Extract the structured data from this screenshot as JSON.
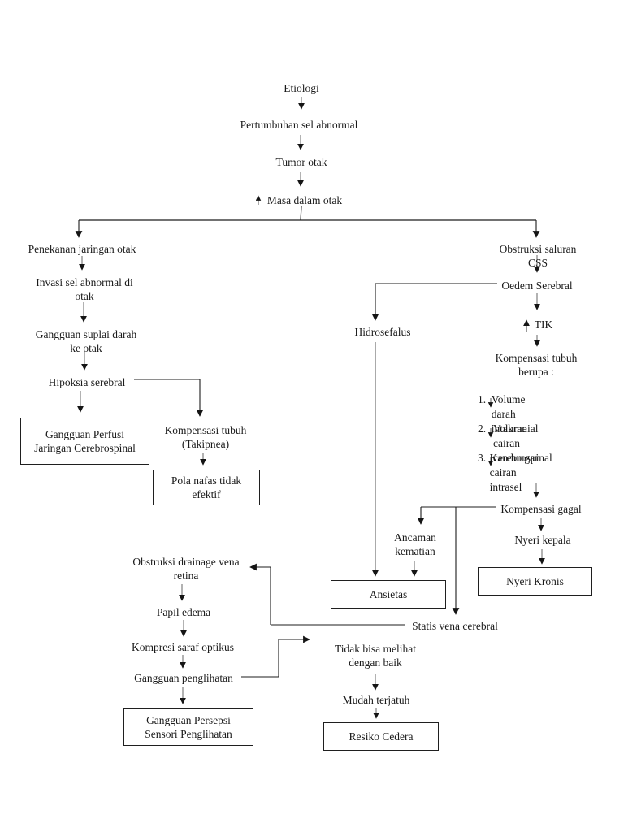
{
  "page": {
    "background": "#ffffff",
    "ink": "#1a1a1a"
  },
  "diagram": {
    "nodes": {
      "etiologi": "Etiologi",
      "pertumbuhan_sel_abnormal": "Pertumbuhan sel abnormal",
      "tumor_otak": "Tumor otak",
      "masa_dalam_otak": "Masa dalam otak",
      "penekanan_jaringan_otak": "Penekanan jaringan otak",
      "invasi_sel_abnormal": "Invasi sel abnormal di\notak",
      "gangguan_suplai_darah": "Gangguan suplai darah\nke otak",
      "hipoksia_serebral": "Hipoksia serebral",
      "gangguan_perfusi_box": "Gangguan Perfusi\nJaringan Cerebrospinal",
      "kompensasi_takipnea": "Kompensasi tubuh\n(Takipnea)",
      "pola_nafas_box": "Pola nafas tidak\nefektif",
      "obstruksi_saluran_css": "Obstruksi saluran CSS",
      "oedem_serebral": "Oedem Serebral",
      "tik": "TIK",
      "kompensasi_tubuh_berupa": "Kompensasi tubuh\nberupa :",
      "volume_list": {
        "items": [
          {
            "num": "1.",
            "label": "Volume darah\nintakranial"
          },
          {
            "num": "2.",
            "label": "Volume cairan\ncerebrospinal"
          },
          {
            "num": "3.",
            "label": "Kandungan cairan\nintrasel"
          }
        ]
      },
      "kompensasi_gagal": "Kompensasi gagal",
      "nyeri_kepala": "Nyeri kepala",
      "nyeri_kronis_box": "Nyeri Kronis",
      "hidrosefalus": "Hidrosefalus",
      "ancaman_kematian": "Ancaman\nkematian",
      "ansietas_box": "Ansietas",
      "statis_vena_cerebral": "Statis vena cerebral",
      "obstruksi_drainage": "Obstruksi drainage vena\nretina",
      "papil_edema": "Papil edema",
      "kompresi_saraf_optikus": "Kompresi saraf optikus",
      "gangguan_penglihatan": "Gangguan penglihatan",
      "gangguan_persepsi_box": "Gangguan Persepsi\nSensori Penglihatan",
      "tidak_bisa_melihat": "Tidak bisa melihat\ndengan baik",
      "mudah_terjatuh": "Mudah terjatuh",
      "resiko_cedera_box": "Resiko Cedera"
    }
  }
}
